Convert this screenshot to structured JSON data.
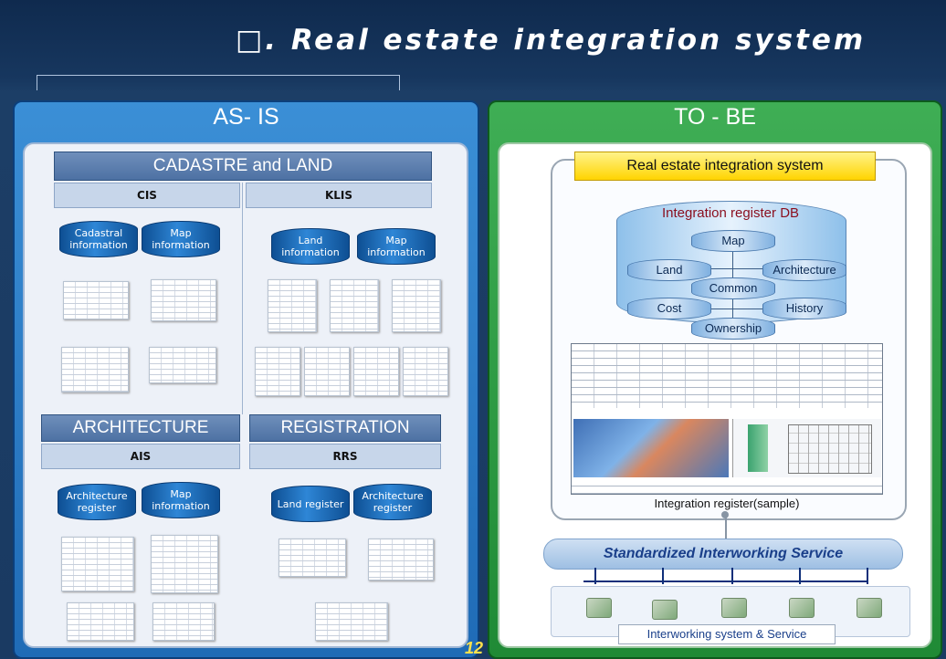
{
  "title": "□. Real estate integration system",
  "page_number": "12",
  "asis": {
    "heading": "AS- IS",
    "cadastre": {
      "heading": "CADASTRE and LAND",
      "cis": {
        "label": "CIS",
        "db": [
          "Cadastral information",
          "Map information"
        ]
      },
      "klis": {
        "label": "KLIS",
        "db": [
          "Land information",
          "Map information"
        ]
      }
    },
    "architecture": {
      "heading": "ARCHITECTURE",
      "label": "AIS",
      "db": [
        "Architecture register",
        "Map information"
      ]
    },
    "registration": {
      "heading": "REGISTRATION",
      "label": "RRS",
      "db": [
        "Land register",
        "Architecture register"
      ]
    }
  },
  "tobe": {
    "heading": "TO - BE",
    "system_label": "Real estate integration system",
    "db_title": "Integration register DB",
    "db_items": [
      "Map",
      "Land",
      "Architecture",
      "Common",
      "Cost",
      "History",
      "Ownership"
    ],
    "sample_caption": "Integration register(sample)",
    "service_bar": "Standardized Interworking Service",
    "service_caption": "Interworking system & Service"
  }
}
